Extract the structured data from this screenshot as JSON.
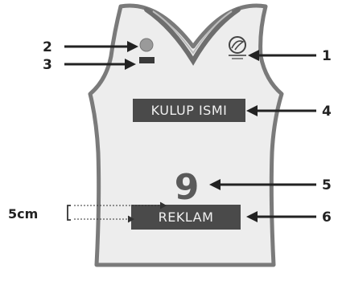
{
  "diagram": {
    "club_name_panel": "KULUP ISMI",
    "jersey_number": "9",
    "sponsor_panel": "REKLAM",
    "spacing_label": "5cm",
    "callouts": [
      "1",
      "2",
      "3",
      "4",
      "5",
      "6"
    ]
  },
  "colors": {
    "jersey_fill": "#ededed",
    "jersey_trim": "#7a7a7a",
    "panel_fill": "#4a4a4a",
    "number_fill": "#5a5a5a",
    "logo_ball": "#9a9a9a"
  }
}
